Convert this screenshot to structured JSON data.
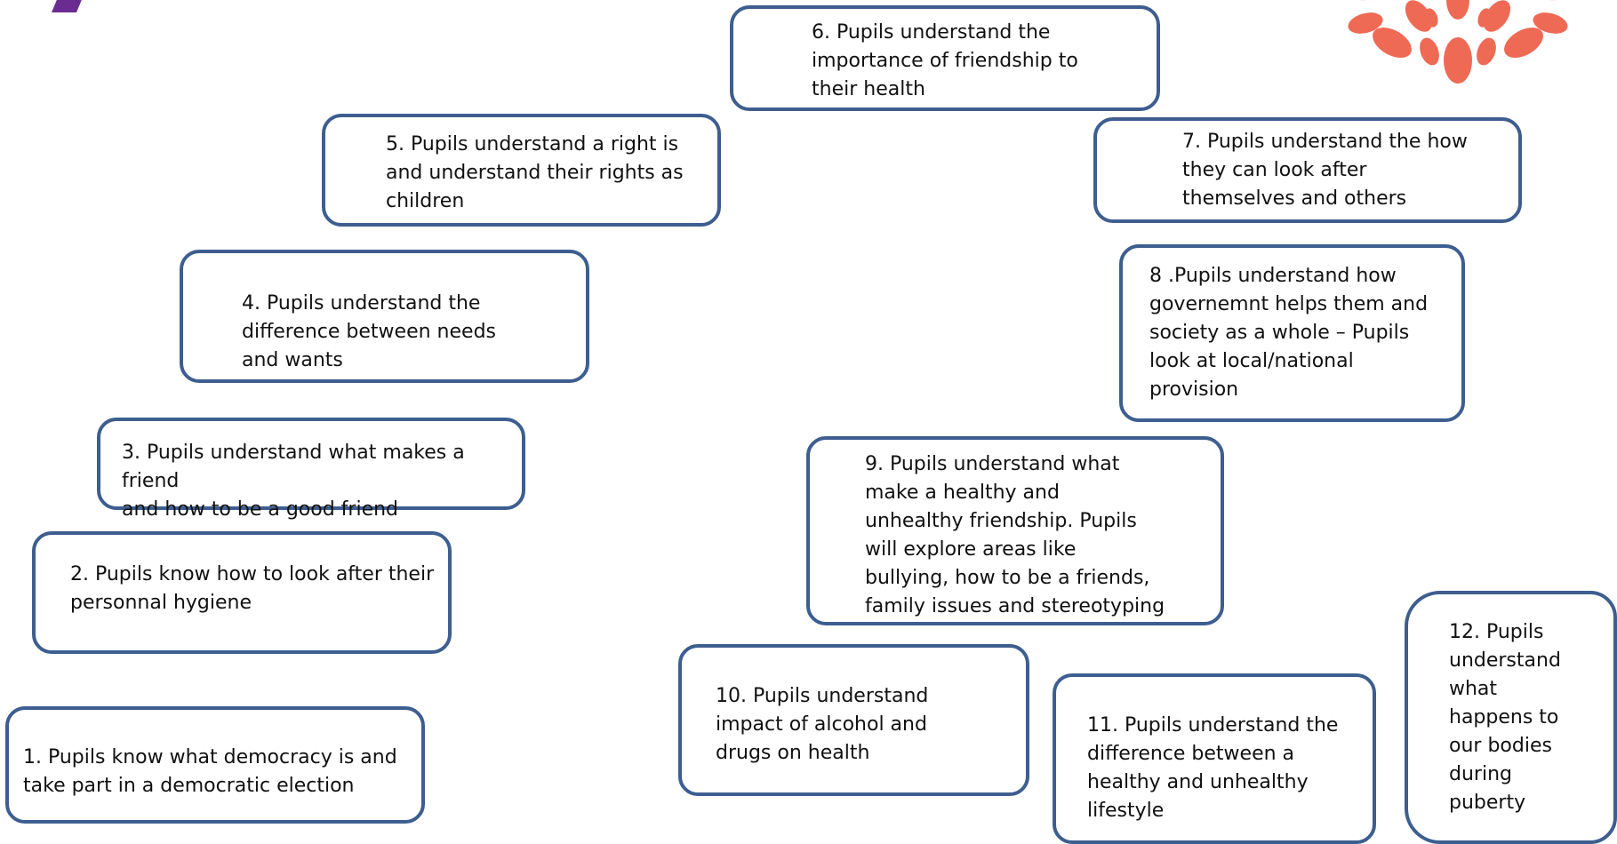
{
  "colors": {
    "box_border": "#3d5e8f",
    "logo_purple": "#6b2c91",
    "logo_coral": "#ee6a55"
  },
  "decorations": {
    "left_logo": "purple-logo-mark-icon",
    "right_logo": "coral-sun-logo-icon"
  },
  "steps": [
    {
      "number": 1,
      "text": "1. Pupils know what democracy is and\ntake part in a democratic election"
    },
    {
      "number": 2,
      "text": "2. Pupils know how to look after their\npersonnal  hygiene"
    },
    {
      "number": 3,
      "text": "3. Pupils understand what makes a friend\nand how to be a good friend"
    },
    {
      "number": 4,
      "text": "4. Pupils understand the\ndifference between needs\nand wants"
    },
    {
      "number": 5,
      "text": "5. Pupils understand a right is\nand understand their rights as\nchildren"
    },
    {
      "number": 6,
      "text": "6. Pupils  understand the\nimportance of friendship to\ntheir health"
    },
    {
      "number": 7,
      "text": "7. Pupils  understand the how\nthey can look after\nthemselves and others"
    },
    {
      "number": 8,
      "text": "8 .Pupils understand how\ngovernemnt helps them and\nsociety as a whole – Pupils\nlook at local/national\nprovision"
    },
    {
      "number": 9,
      "text": "9. Pupils understand what\nmake a healthy and\nunhealthy  friendship.  Pupils\nwill explore areas like\nbullying, how to be a friends,\nfamily issues and stereotyping"
    },
    {
      "number": 10,
      "text": "10. Pupils understand\nimpact of alcohol and\ndrugs on health"
    },
    {
      "number": 11,
      "text": "11. Pupils understand the\ndifference between a\nhealthy and unhealthy\nlifestyle"
    },
    {
      "number": 12,
      "text": "12. Pupils\nunderstand\nwhat\nhappens to\nour bodies\nduring\npuberty"
    }
  ]
}
